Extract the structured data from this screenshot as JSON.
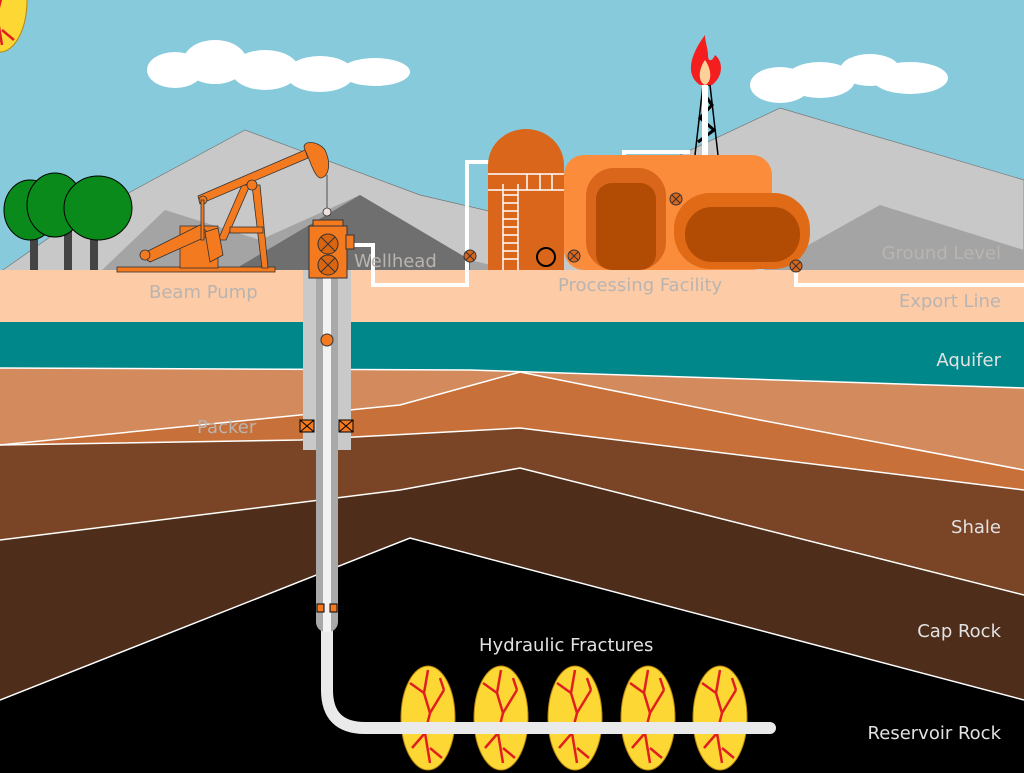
{
  "labels": {
    "beam_pump": "Beam Pump",
    "wellhead": "Wellhead",
    "processing_facility": "Processing Facility",
    "ground_level": "Ground Level",
    "export_line": "Export Line",
    "aquifer": "Aquifer",
    "packer": "Packer",
    "shale": "Shale",
    "cap_rock": "Cap Rock",
    "reservoir_rock": "Reservoir Rock",
    "hydraulic_fractures": "Hydraulic Fractures"
  },
  "colors": {
    "sky": "#87cadc",
    "surface": "#fdcba6",
    "aquifer": "#00878a",
    "equipment": "#f47a20",
    "reservoir": "#000000",
    "fracture": "#fdd835"
  }
}
